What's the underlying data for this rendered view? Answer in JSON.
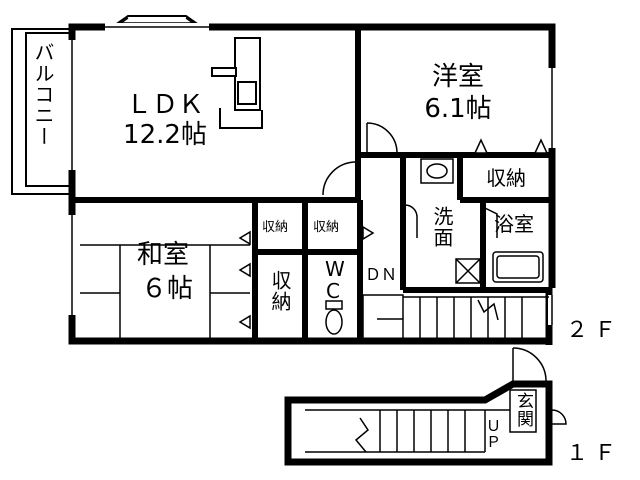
{
  "rooms": {
    "ldk": {
      "name": "ＬＤＫ",
      "size": "12.2帖"
    },
    "western": {
      "name": "洋室",
      "size": "6.1帖"
    },
    "japanese": {
      "name": "和室",
      "size": "６帖"
    },
    "balcony": "バルコニー",
    "storage_western": "収納",
    "storage_small_1": "収納",
    "storage_small_2": "収納",
    "storage_tall": "収納",
    "wc_w": "W",
    "wc_c": "C",
    "washroom": "洗面",
    "bath": "浴室",
    "stairs_dn": "ＤＮ",
    "entrance": "玄関",
    "stairs_up": "ＵＰ"
  },
  "floors": {
    "second": "２Ｆ",
    "first": "１Ｆ"
  }
}
